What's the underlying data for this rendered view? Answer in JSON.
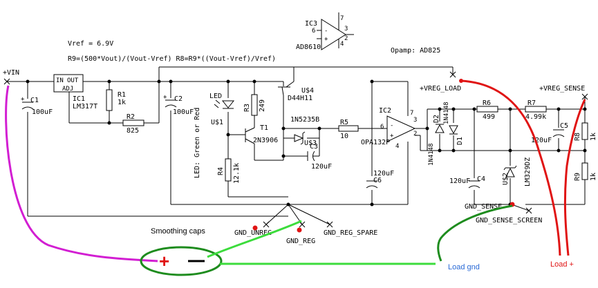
{
  "formulas": {
    "vref": "Vref = 6.9V",
    "r9r8": "R9=(500*Vout)/(Vout-Vref)  R8=R9*((Vout-Vref)/Vref)"
  },
  "ic3": {
    "ref": "IC3",
    "part": "AD8610",
    "pin_top": "7",
    "pin_in_minus": "6",
    "pin_in_plus": "3",
    "pin_out": "2",
    "pin_bottom": "4"
  },
  "opamp_note": "Opamp: AD825",
  "nets": {
    "vin": "+VIN",
    "vreg_load": "+VREG_LOAD",
    "vreg_sense": "+VREG_SENSE",
    "gnd_unreg": "GND_UNREG",
    "gnd_reg": "GND_REG",
    "gnd_reg_spare": "GND_REG_SPARE",
    "gnd_sense": "GND_SENSE",
    "gnd_sense_screen": "GND_SENSE_SCREEN"
  },
  "components": {
    "c1": {
      "ref": "C1",
      "value": "100uF"
    },
    "ic1": {
      "ref": "IC1",
      "part": "LM317T",
      "pin_in": "IN",
      "pin_out": "OUT",
      "pin_adj": "ADJ"
    },
    "r1": {
      "ref": "R1",
      "value": "1k"
    },
    "r2": {
      "ref": "R2",
      "value": "825"
    },
    "c2": {
      "ref": "C2",
      "value": "100uF"
    },
    "led": {
      "ref": "LED",
      "desc": "LED: Green or Red",
      "u": "U$1"
    },
    "r3": {
      "ref": "R3",
      "value": "249"
    },
    "t1": {
      "ref": "T1",
      "part": "2N3906"
    },
    "r4": {
      "ref": "R4",
      "value": "12.1k"
    },
    "u4": {
      "ref": "U$4",
      "part": "D44H11"
    },
    "u3": {
      "ref": "U$3",
      "part": "1N5235B"
    },
    "c3": {
      "ref": "C3",
      "value": "120uF"
    },
    "r5": {
      "ref": "R5",
      "value": "10"
    },
    "c6": {
      "ref": "C6",
      "value": "120uF"
    },
    "ic2": {
      "ref": "IC2",
      "part": "OPA132P",
      "pin7": "7",
      "pin6": "6",
      "pin3": "3",
      "pin2": "2",
      "pin4": "4"
    },
    "d1": {
      "ref": "D1",
      "part": "1N4148"
    },
    "d2": {
      "ref": "D2",
      "part": "1N4148"
    },
    "c4": {
      "ref": "C4",
      "value": "120uF"
    },
    "u2": {
      "ref": "U$2",
      "part": "LM329DZ"
    },
    "r6": {
      "ref": "R6",
      "value": "499"
    },
    "r7": {
      "ref": "R7",
      "value": "4.99k"
    },
    "c5": {
      "ref": "C5",
      "value": "120uF"
    },
    "r8": {
      "ref": "R8",
      "value": "1k"
    },
    "r9": {
      "ref": "R9",
      "value": "1k"
    }
  },
  "annotations": {
    "smoothing_caps": "Smoothing caps",
    "load_gnd": "Load gnd",
    "load_plus": "Load +",
    "plus_sign": "+",
    "colors": {
      "magenta": "#d21ed2",
      "green": "#1e8c1e",
      "bright_green": "#3cdc3c",
      "red": "#e01414",
      "blue": "#2a6ad6"
    }
  }
}
